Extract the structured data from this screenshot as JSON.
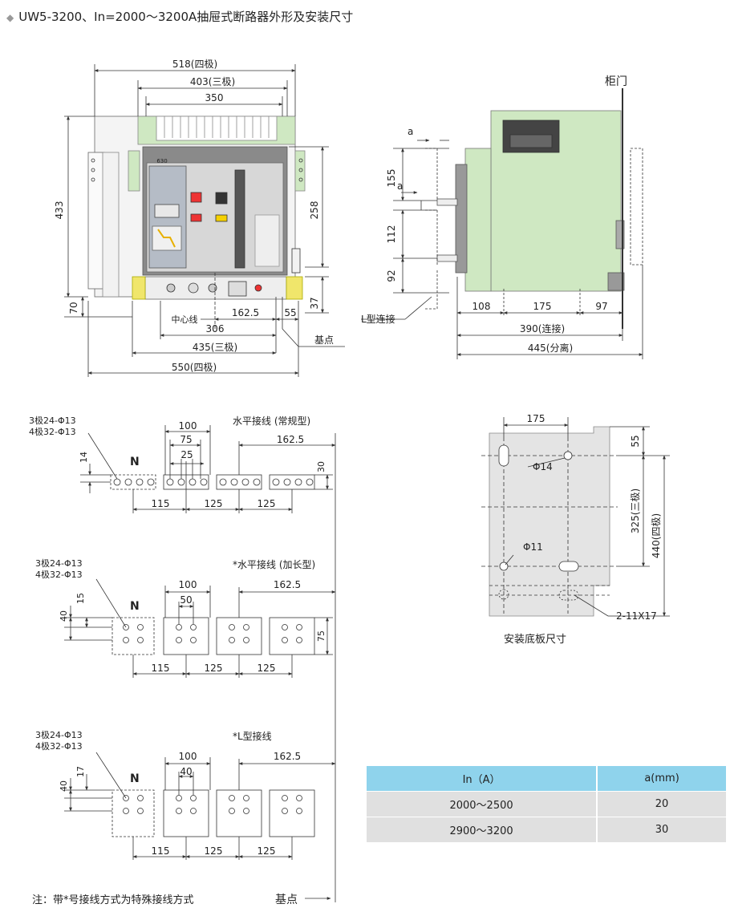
{
  "title": "UW5-3200、In=2000～3200A抽屉式断路器外形及安装尺寸",
  "front": {
    "w518": "518(四极)",
    "w403": "403(三极)",
    "w350": "350",
    "h433": "433",
    "h258": "258",
    "h70": "70",
    "h37": "37",
    "center_line": "中心线",
    "d1625": "162.5",
    "d55": "55",
    "d306": "306",
    "d435": "435(三极)",
    "d550": "550(四极)",
    "base_point": "基点",
    "display": "630"
  },
  "side": {
    "door": "柜门",
    "a1": "a",
    "a2": "a",
    "h155": "155",
    "h112": "112",
    "h92": "92",
    "l_conn": "L型连接",
    "d108": "108",
    "d175": "175",
    "d97": "97",
    "d390": "390(连接)",
    "d445": "445(分离)"
  },
  "plate": {
    "w175": "175",
    "h55": "55",
    "h325": "325(三极)",
    "h440": "440(四极)",
    "phi14": "Φ14",
    "phi11": "Φ11",
    "slot": "2-11X17",
    "caption": "安装底板尺寸"
  },
  "wiring": [
    {
      "title": "水平接线 (常规型)",
      "poles3": "3极24-Φ13",
      "poles4": "4极32-Φ13",
      "n": "N",
      "d100": "100",
      "d75": "75",
      "d25": "25",
      "d1625": "162.5",
      "v14": "14",
      "v30": "30",
      "d115": "115",
      "d125a": "125",
      "d125b": "125"
    },
    {
      "title": "*水平接线 (加长型)",
      "poles3": "3极24-Φ13",
      "poles4": "4极32-Φ13",
      "n": "N",
      "d100": "100",
      "d50": "50",
      "d1625": "162.5",
      "v40": "40",
      "v15": "15",
      "v75": "75",
      "d115": "115",
      "d125a": "125",
      "d125b": "125"
    },
    {
      "title": "*L型接线",
      "poles3": "3极24-Φ13",
      "poles4": "4极32-Φ13",
      "n": "N",
      "d100": "100",
      "d40": "40",
      "d1625": "162.5",
      "v40": "40",
      "v17": "17",
      "d115": "115",
      "d125a": "125",
      "d125b": "125"
    }
  ],
  "base_point_bottom": "基点",
  "note": "注：带*号接线方式为特殊接线方式",
  "table": {
    "headers": [
      "In（A）",
      "a(mm)"
    ],
    "rows": [
      [
        "2000～2500",
        "20"
      ],
      [
        "2900～3200",
        "30"
      ]
    ]
  }
}
